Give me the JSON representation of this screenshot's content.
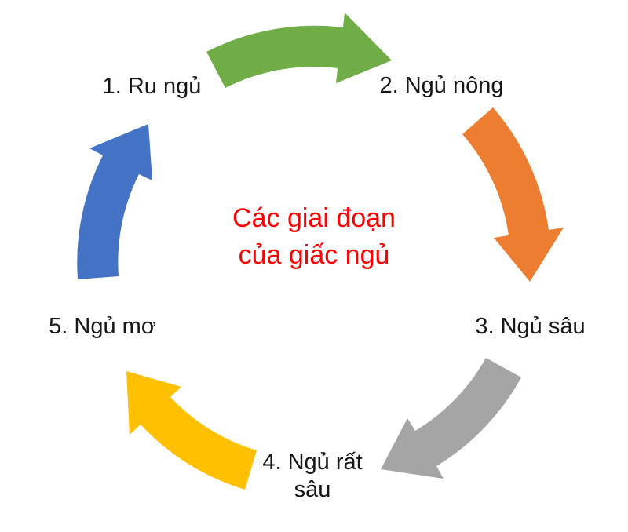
{
  "diagram": {
    "type": "cycle",
    "title": {
      "lines": [
        "Các giai đoạn",
        "của giấc ngủ"
      ],
      "color": "#ff0000"
    },
    "stages": [
      {
        "id": 1,
        "label": "1. Ru ngủ"
      },
      {
        "id": 2,
        "label": "2. Ngủ nông"
      },
      {
        "id": 3,
        "label": "3. Ngủ sâu"
      },
      {
        "id": 4,
        "label": "4. Ngủ rất sâu"
      },
      {
        "id": 5,
        "label": "5. Ngủ mơ"
      }
    ],
    "arrows": [
      {
        "from": 1,
        "to": 2,
        "position": "top",
        "color": "#70ad47"
      },
      {
        "from": 2,
        "to": 3,
        "position": "right",
        "color": "#ed7d31"
      },
      {
        "from": 3,
        "to": 4,
        "position": "bottom-right",
        "color": "#a5a5a5"
      },
      {
        "from": 4,
        "to": 5,
        "position": "bottom-left",
        "color": "#ffc000"
      },
      {
        "from": 5,
        "to": 1,
        "position": "left",
        "color": "#4472c4"
      }
    ],
    "text_color": "#161616",
    "background": "#ffffff"
  }
}
